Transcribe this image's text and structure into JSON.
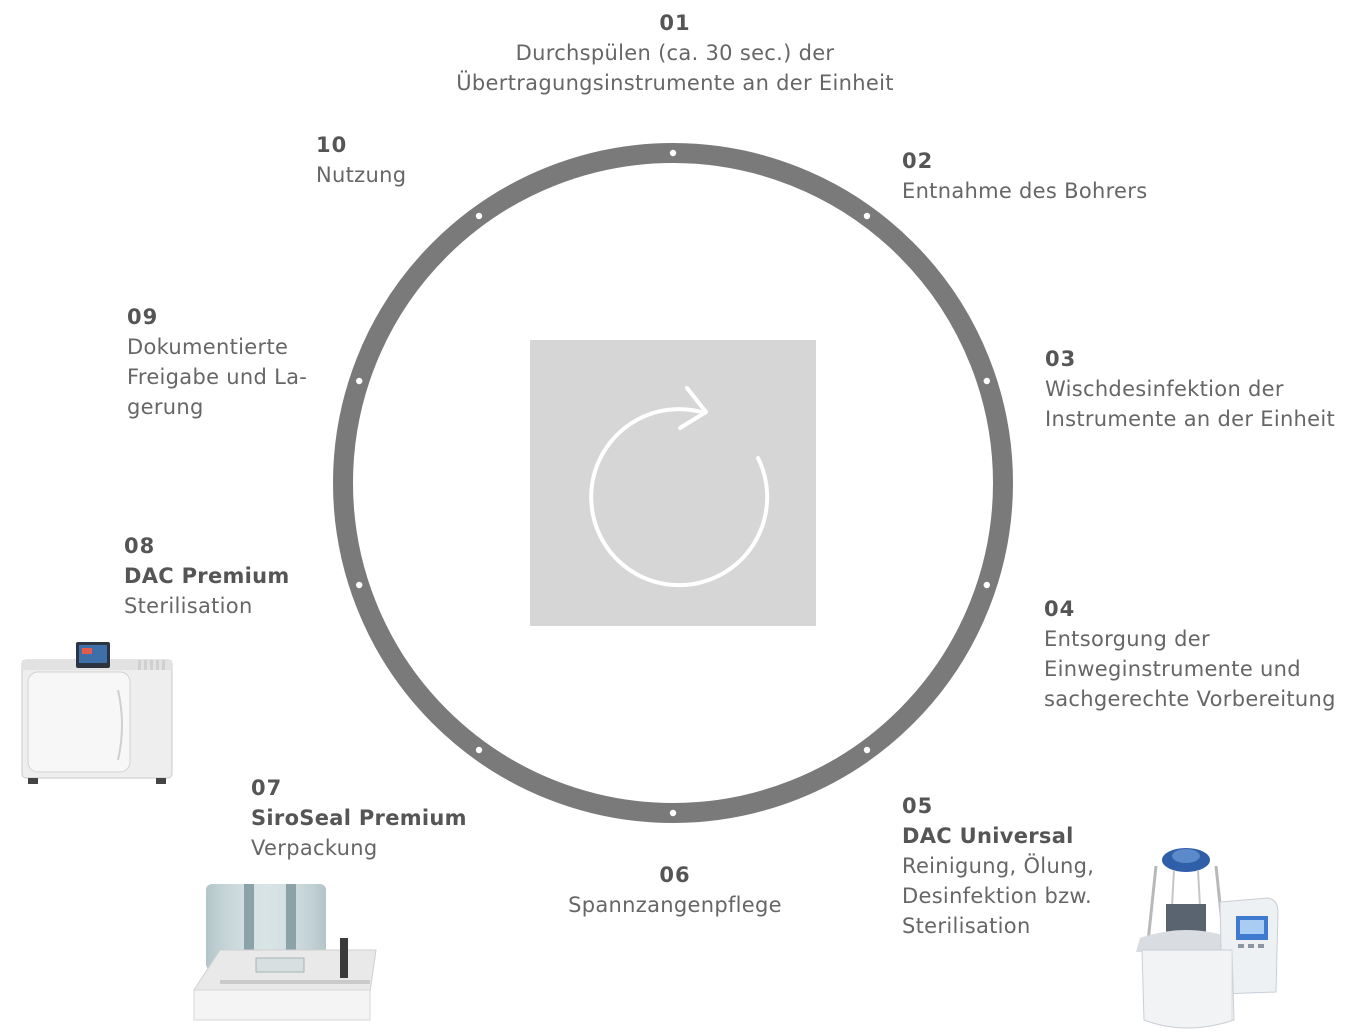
{
  "cycle": {
    "center_icon": "refresh-cycle-icon",
    "colors": {
      "ring": "#7a7a7a",
      "tile": "#d6d6d6",
      "text": "#666666"
    },
    "steps": [
      {
        "number": "01",
        "product": "",
        "description": "Durchspülen (ca. 30 sec.) der\nÜbertragungsinstrumente an der Einheit"
      },
      {
        "number": "02",
        "product": "",
        "description": "Entnahme des Bohrers"
      },
      {
        "number": "03",
        "product": "",
        "description": "Wischdesinfektion der\nInstrumente an der Einheit"
      },
      {
        "number": "04",
        "product": "",
        "description": "Entsorgung der\nEinweginstrumente und\nsachgerechte Vorbereitung"
      },
      {
        "number": "05",
        "product": "DAC Universal",
        "description": "Reinigung, Ölung,\nDesinfektion bzw.\nSterilisation"
      },
      {
        "number": "06",
        "product": "",
        "description": "Spannzangenpflege"
      },
      {
        "number": "07",
        "product": "SiroSeal Premium",
        "description": "Verpackung"
      },
      {
        "number": "08",
        "product": "DAC Premium",
        "description": "Sterilisation"
      },
      {
        "number": "09",
        "product": "",
        "description": "Dokumentierte\nFreigabe und La-\ngerung"
      },
      {
        "number": "10",
        "product": "",
        "description": "Nutzung"
      }
    ],
    "devices": [
      {
        "name": "DAC Premium",
        "icon": "autoclave-device-image"
      },
      {
        "name": "SiroSeal Premium",
        "icon": "sealing-device-image"
      },
      {
        "name": "DAC Universal",
        "icon": "dac-universal-device-image"
      }
    ]
  }
}
